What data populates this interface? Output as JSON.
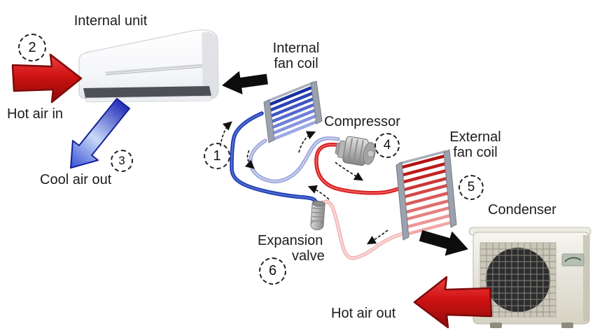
{
  "figure": {
    "type": "air-conditioning refrigeration cycle diagram",
    "background": "#ffffff"
  },
  "labels": {
    "internal_unit": "Internal unit",
    "hot_air_in": "Hot air in",
    "cool_air_out": "Cool air out",
    "internal_fan_coil_line1": "Internal",
    "internal_fan_coil_line2": "fan coil",
    "compressor": "Compressor",
    "external_fan_coil_line1": "External",
    "external_fan_coil_line2": "fan coil",
    "condenser": "Condenser",
    "expansion_valve_line1": "Expansion",
    "expansion_valve_line2": "valve",
    "hot_air_out": "Hot air out"
  },
  "step_markers": {
    "step1": "1",
    "step2": "2",
    "step3": "3",
    "step4": "4",
    "step5": "5",
    "step6": "6"
  },
  "colors": {
    "hot_air_arrow": "#c81414",
    "cool_air_arrow": "#3250d2",
    "air_flow_arrow": "#0d0d0d",
    "pipe_cold_liquid": "#1d3db0",
    "pipe_cool_vapor": "#9fa8db",
    "pipe_hot_vapor": "#d81e1e",
    "pipe_warm_liquid": "#f2b9bb",
    "text_color": "#1c1c1c"
  }
}
